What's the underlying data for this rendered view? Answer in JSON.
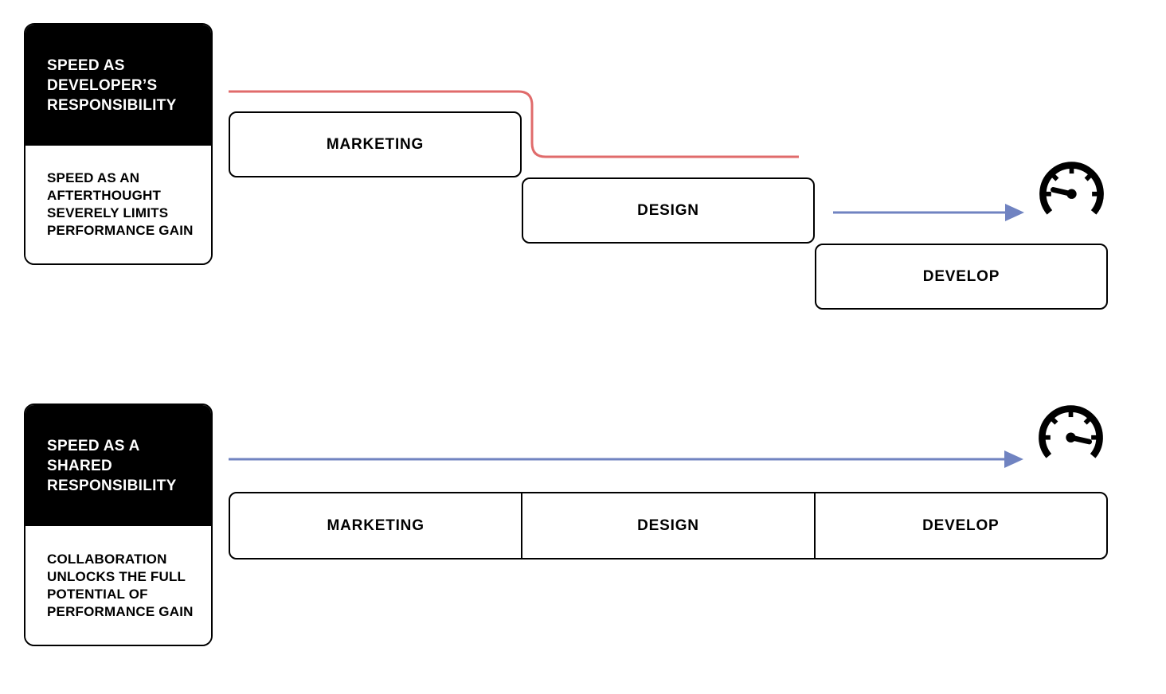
{
  "scenario1": {
    "title": "SPEED AS\nDEVELOPER’S\nRESPONSIBILITY",
    "subtitle": "SPEED AS AN\nAFTERTHOUGHT\nSEVERELY LIMITS\nPERFORMANCE GAIN",
    "steps": [
      "MARKETING",
      "DESIGN",
      "DEVELOP"
    ],
    "gauge": "slow"
  },
  "scenario2": {
    "title": "SPEED AS A\nSHARED\nRESPONSIBILITY",
    "subtitle": "COLLABORATION\nUNLOCKS THE FULL\nPOTENTIAL OF\nPERFORMANCE GAIN",
    "steps": [
      "MARKETING",
      "DESIGN",
      "DEVELOP"
    ],
    "gauge": "fast"
  },
  "colors": {
    "handoff_line_red": "#e06b6b",
    "timeline_arrow_blue": "#7083c1",
    "box_border_black": "#000000",
    "card_header_black": "#000000"
  }
}
